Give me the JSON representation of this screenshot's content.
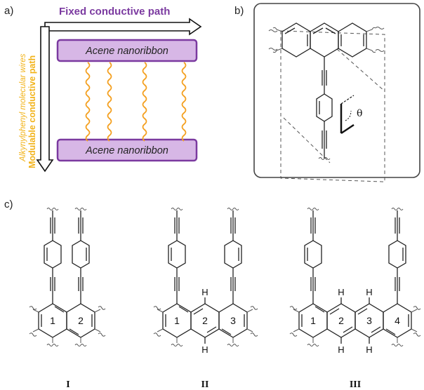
{
  "panels": {
    "a": {
      "label": "a)",
      "top_arrow_text": "Fixed conductive path",
      "side_arrow_text": "Modulable conductive path",
      "side_arrow_subtext": "Alkynylphenyl molecular wires",
      "ribbon_top": "Acene nanoribbon",
      "ribbon_bottom": "Acene nanoribbon"
    },
    "b": {
      "label": "b)",
      "angle_symbol": "θ"
    },
    "c": {
      "label": "c)",
      "structures": [
        {
          "roman": "I",
          "rings": [
            "1",
            "2"
          ],
          "h_top": [],
          "h_bottom": []
        },
        {
          "roman": "II",
          "rings": [
            "1",
            "2",
            "3"
          ],
          "h_top": [
            "H"
          ],
          "h_bottom": [
            "H"
          ]
        },
        {
          "roman": "III",
          "rings": [
            "1",
            "2",
            "3",
            "4"
          ],
          "h_top": [
            "H",
            "H"
          ],
          "h_bottom": [
            "H",
            "H"
          ]
        }
      ]
    }
  },
  "colors": {
    "purple": "#7b3aa0",
    "ribbon_fill": "#d7b7e6",
    "orange": "#f4a020",
    "label_yellow": "#f2b31a"
  }
}
